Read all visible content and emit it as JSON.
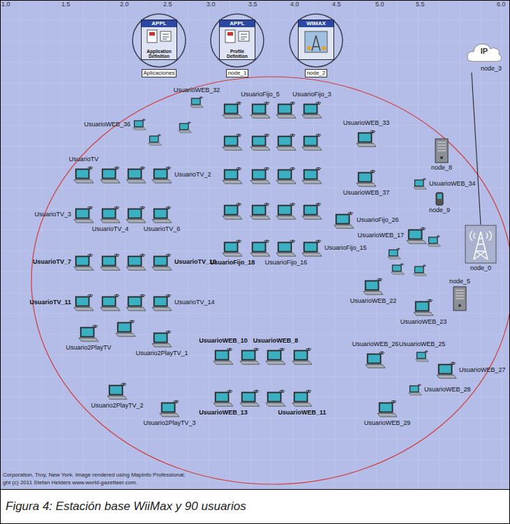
{
  "diagram": {
    "caption": "Figura 4: Estación base WiiMax y 90 usuarios",
    "nodes": [
      {
        "text": [
          "APPL",
          "Application Definition",
          "Aplicaciones"
        ]
      },
      {
        "text": [
          "APPL",
          "Profile Definition",
          "node_1"
        ]
      },
      {
        "text": [
          "WIMAX",
          "node_2"
        ]
      },
      {
        "text": [
          "IP",
          "node_3"
        ]
      },
      {
        "text": [
          "UsuarioWEB_32"
        ]
      },
      {
        "text": [
          "UsuarioFijo_5"
        ]
      },
      {
        "text": [
          "UsuarioFijo_3"
        ]
      },
      {
        "text": [
          "UsuarioWEB_36"
        ]
      },
      {
        "text": [
          "UsuarioWEB_33"
        ]
      },
      {
        "text": [
          "UsuarioTV"
        ]
      },
      {
        "text": [
          "UsuarioTV_2"
        ]
      },
      {
        "text": [
          "node_8"
        ]
      },
      {
        "text": [
          "UsuarioWEB_34"
        ]
      },
      {
        "text": [
          "UsuarioWEB_37"
        ]
      },
      {
        "text": [
          "node_9"
        ]
      },
      {
        "text": [
          "UsuarioTV_3"
        ]
      },
      {
        "text": [
          "UsuarioTV_4"
        ]
      },
      {
        "text": [
          "UsuarioTV_6"
        ]
      },
      {
        "text": [
          "UsuarioFijo_26"
        ]
      },
      {
        "text": [
          "UsuarioWEB_17"
        ]
      },
      {
        "text": [
          "node_0"
        ]
      },
      {
        "text": [
          "UsuarioFijo_15"
        ]
      },
      {
        "text": [
          "UsuarioTV_7"
        ]
      },
      {
        "text": [
          "UsuarioTV_10"
        ]
      },
      {
        "text": [
          "UsuarioFijo_18"
        ]
      },
      {
        "text": [
          "UsuarioFijo_16"
        ]
      },
      {
        "text": [
          "node_5"
        ]
      },
      {
        "text": [
          "UsuarioWEB_22"
        ]
      },
      {
        "text": [
          "UsuarioTV_11"
        ]
      },
      {
        "text": [
          "UsuarioTV_14"
        ]
      },
      {
        "text": [
          "UsuarioWEB_23"
        ]
      },
      {
        "text": [
          "UsuarioWEB_10"
        ]
      },
      {
        "text": [
          "UsuarioWEB_8"
        ]
      },
      {
        "text": [
          "UsuarioWEB_26"
        ]
      },
      {
        "text": [
          "UsuarioWEB_25"
        ]
      },
      {
        "text": [
          "Usuario2PlayTV"
        ]
      },
      {
        "text": [
          "Usuario2PlayTV_1"
        ]
      },
      {
        "text": [
          "UsuarioWEB_27"
        ]
      },
      {
        "text": [
          "UsuarioWEB_28"
        ]
      },
      {
        "text": [
          "Usuario2PlayTV_2"
        ]
      },
      {
        "text": [
          "Usuario2PlayTV_3"
        ]
      },
      {
        "text": [
          "UsuarioWEB_13"
        ]
      },
      {
        "text": [
          "UsuarioWEB_11"
        ]
      },
      {
        "text": [
          "UsuarioWEB_29"
        ]
      }
    ],
    "edges": [
      {
        "from": 3,
        "to": 20,
        "arrow": "none"
      }
    ],
    "labels": [
      "1.0",
      "1.5",
      "2.0",
      "2.5",
      "3.0",
      "3.5",
      "4.0",
      "4.5",
      "5.0",
      "5.5",
      "6.0",
      "Corporation, Troy, New York. Image rendered using MapInfo Professional;",
      "ght (c) 2011 Stefan Helders www.world-gazetteer.com."
    ]
  }
}
